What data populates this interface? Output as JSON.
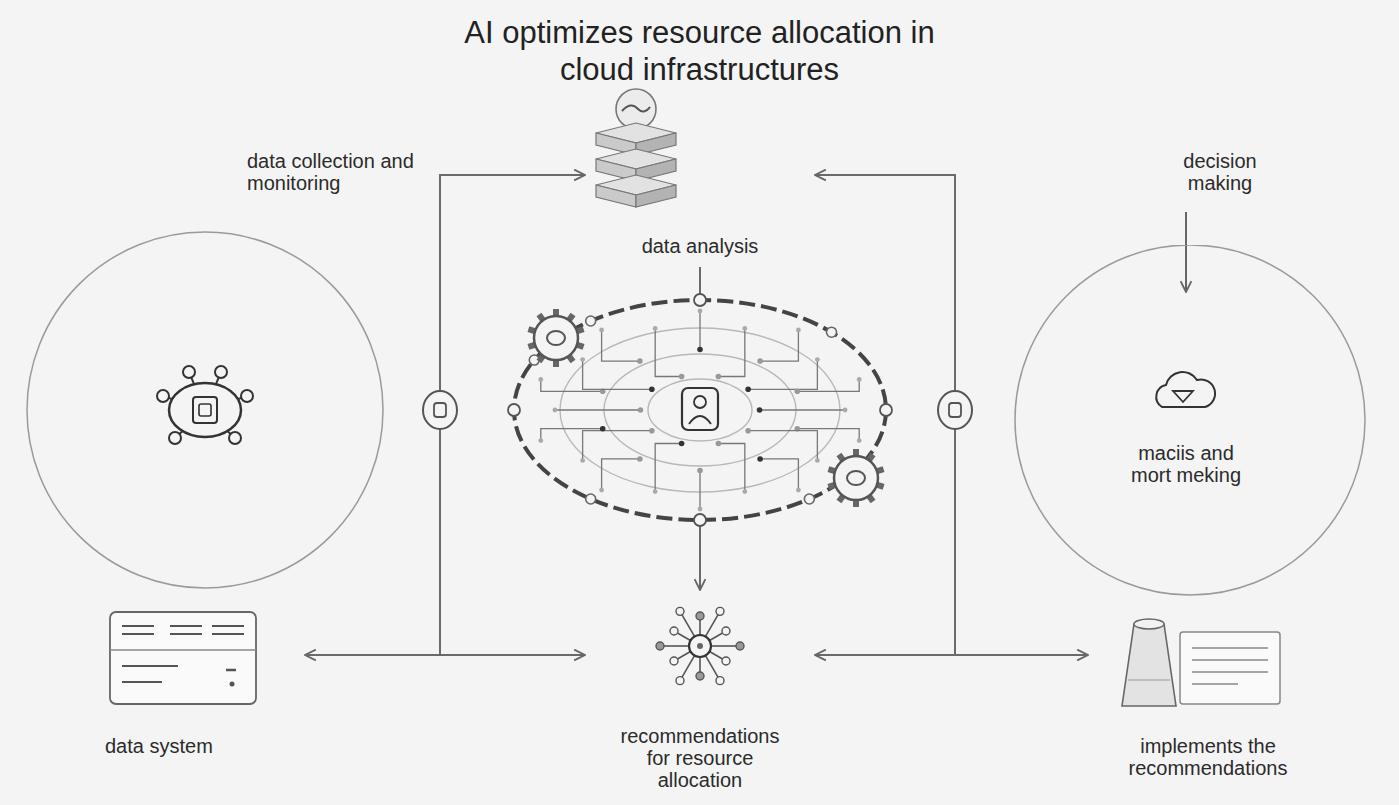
{
  "diagram": {
    "title": "AI optimizes resource allocation in cloud infrastructures",
    "nodes": [
      {
        "text": [
          "data analysis"
        ]
      },
      {
        "text": [
          "data collection and monitoring"
        ]
      },
      {
        "text": [
          "decision making",
          "maciis and mort meking"
        ]
      },
      {
        "text": [
          "data system"
        ]
      },
      {
        "text": [
          "recommendations for resource allocation"
        ]
      },
      {
        "text": [
          "implements the recommendations"
        ]
      }
    ],
    "edges": [
      {
        "from": 3,
        "to": 4,
        "arrow": "both"
      },
      {
        "from": 3,
        "to": 0,
        "arrow": "to"
      },
      {
        "from": 0,
        "to": 4,
        "arrow": "to"
      },
      {
        "from": 5,
        "to": 4,
        "arrow": "both"
      },
      {
        "from": 5,
        "to": 0,
        "arrow": "to"
      }
    ]
  }
}
